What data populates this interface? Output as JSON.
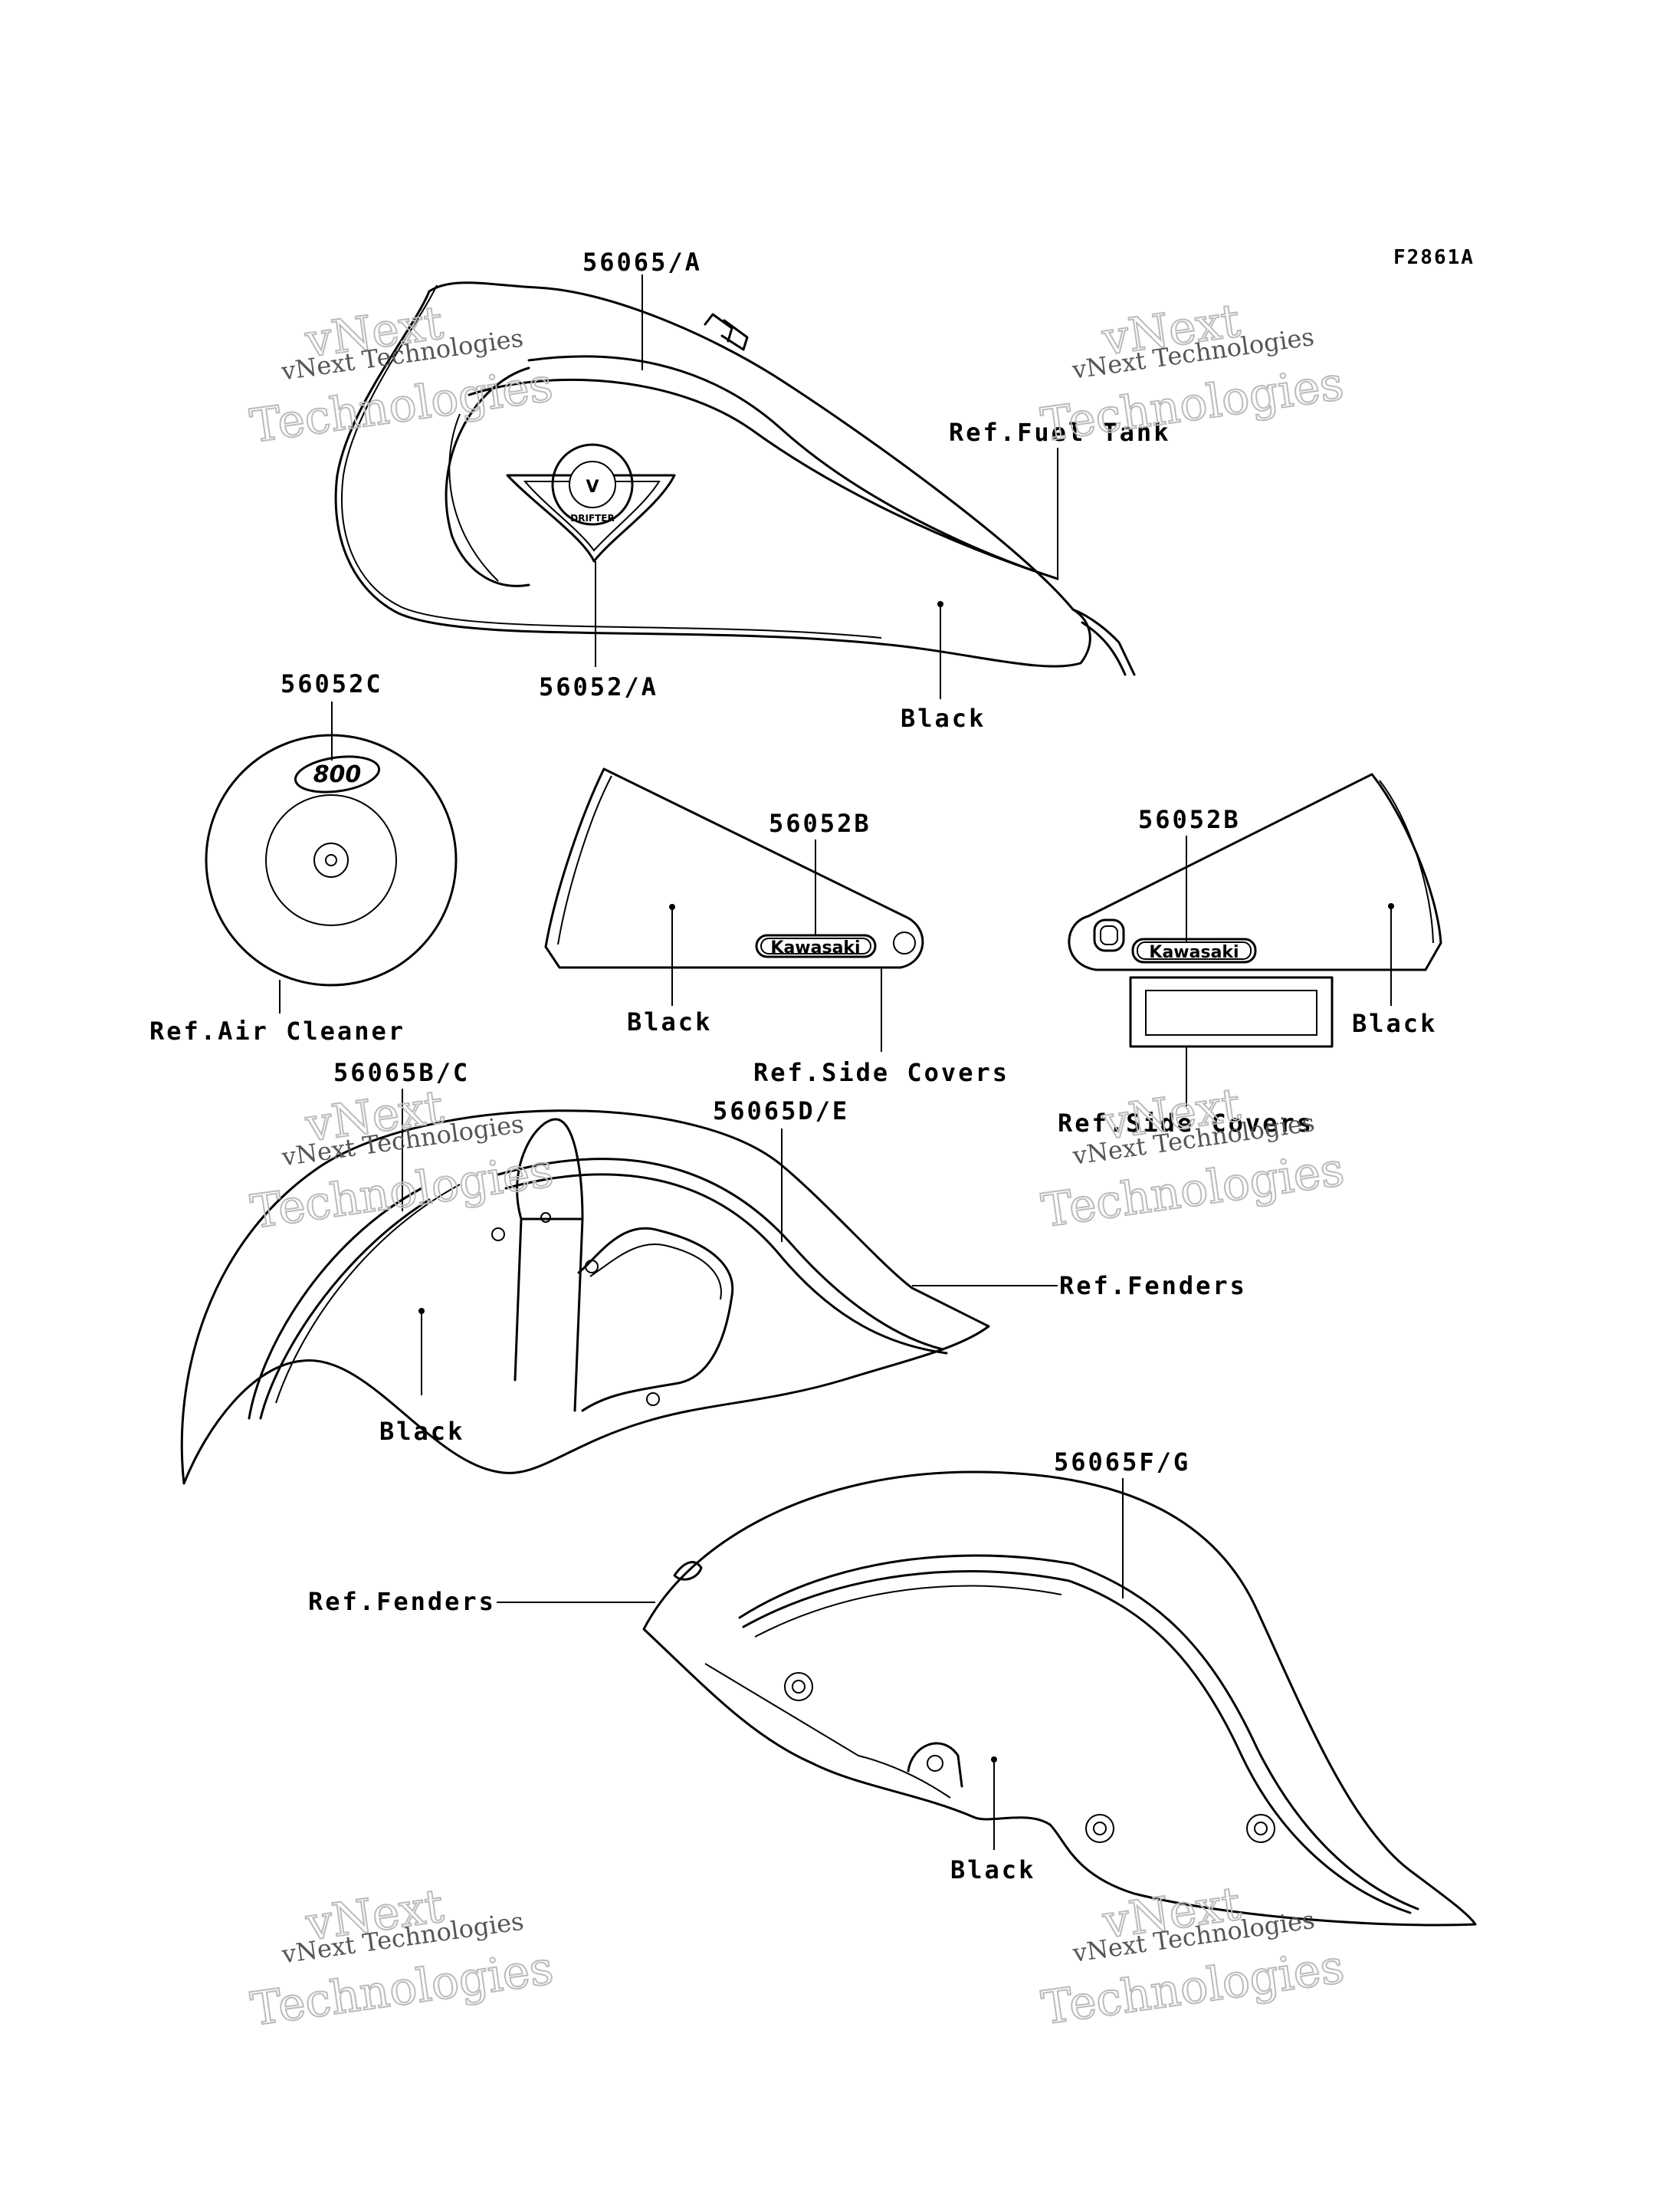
{
  "figure_code": "F2861A",
  "watermark": {
    "line1": "vNext",
    "line2": "vNext Technologies",
    "line3": "Technologies"
  },
  "logos": {
    "tank_emblem_letter": "V",
    "tank_emblem_text": "DRIFTER",
    "air_cleaner_badge": "800",
    "side_cover_badge": "Kawasaki"
  },
  "labels": {
    "tank_stripe": "56065/A",
    "fuel_tank_ref": "Ref.Fuel Tank",
    "tank_emblem": "56052/A",
    "tank_black": "Black",
    "air_cleaner_part": "56052C",
    "air_cleaner_ref": "Ref.Air Cleaner",
    "left_cover_part": "56052B",
    "left_cover_black": "Black",
    "left_cover_ref": "Ref.Side Covers",
    "right_cover_part": "56052B",
    "right_cover_black": "Black",
    "right_cover_ref": "Ref.Side Covers",
    "front_fender_stripe_bc": "56065B/C",
    "front_fender_stripe_de": "56065D/E",
    "front_fender_ref": "Ref.Fenders",
    "front_fender_black": "Black",
    "rear_fender_stripe": "56065F/G",
    "rear_fender_ref": "Ref.Fenders",
    "rear_fender_black": "Black"
  }
}
